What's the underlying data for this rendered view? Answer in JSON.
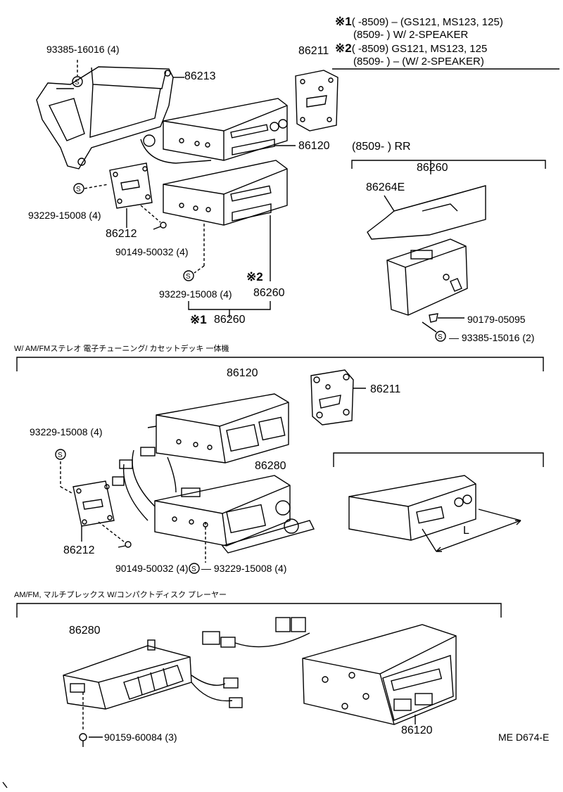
{
  "notes": {
    "n1_mark": "※1",
    "n1_line1": "(        -8509) – (GS121, MS123, 125)",
    "n1_line2": "(8509-        ) W/ 2-SPEAKER",
    "n2_mark": "※2",
    "n2_line1": "(        -8509) GS121, MS123, 125",
    "n2_line2": "(8509-        ) – (W/ 2-SPEAKER)"
  },
  "section1": {
    "labels": {
      "p93385_top": "93385-16016 (4)",
      "p86213": "86213",
      "p86211_top": "86211",
      "p86120_top": "86120",
      "p93229_left": "93229-15008 (4)",
      "p86212_top": "86212",
      "p90149_top": "90149-50032 (4)",
      "p93229_mid": "93229-15008 (4)",
      "mark2": "※2",
      "p86260_mid": "86260",
      "mark1": "※1",
      "p86260_bottom": "86260"
    },
    "rr": {
      "header": "(8509-        ) RR",
      "p86260": "86260",
      "p86264E": "86264E",
      "p90179": "90179-05095",
      "p93385": "93385-15016 (2)"
    }
  },
  "section2": {
    "title": "W/ AM/FMステレオ  電子チューニング/ カセットデッキ  一体機",
    "labels": {
      "p86120": "86120",
      "p86211": "86211",
      "p93229_left": "93229-15008 (4)",
      "p86280": "86280",
      "p86212": "86212",
      "p90149": "90149-50032 (4)",
      "p93229_bottom": "93229-15008 (4)",
      "dim_L": "L"
    }
  },
  "section3": {
    "title": "AM/FM,  マルチプレックス  W/コンパクトディスク  プレーヤー",
    "labels": {
      "p86280": "86280",
      "p90159": "90159-60084 (3)",
      "p86120": "86120"
    }
  },
  "footer": {
    "code": "ME  D674-E"
  },
  "icons": {
    "screw": "screw-icon",
    "s_symbol": "s-circle-icon"
  }
}
